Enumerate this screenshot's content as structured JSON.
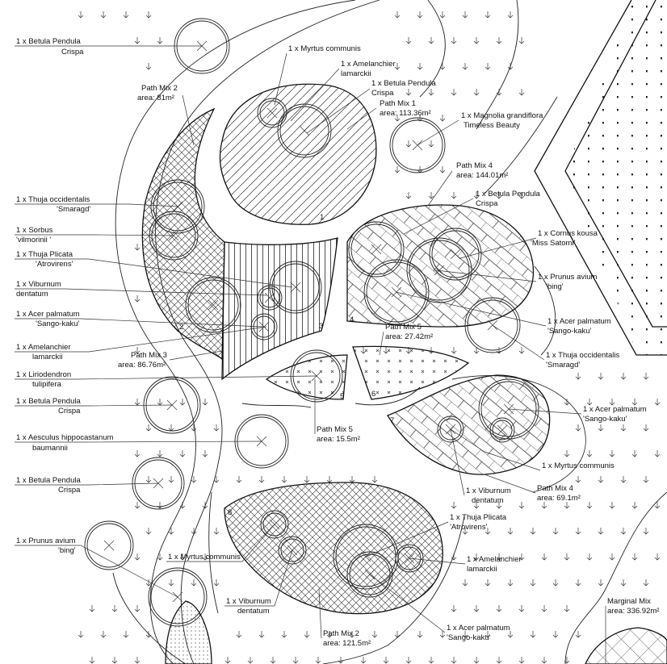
{
  "plant_labels": [
    {
      "id": "betula-1",
      "qty": "1 x",
      "species": "Betula Pendula",
      "cultivar": "Crispa"
    },
    {
      "id": "myrtus-1",
      "qty": "1 x",
      "species": "Myrtus communis",
      "cultivar": ""
    },
    {
      "id": "amelanchier-1",
      "qty": "1 x",
      "species": "Amelanchier",
      "cultivar": "lamarckii"
    },
    {
      "id": "betula-2",
      "qty": "1 x",
      "species": "Betula Pendula",
      "cultivar": "Crispa"
    },
    {
      "id": "magnolia-1",
      "qty": "1 x",
      "species": "Magnolia grandiflora",
      "cultivar": "Timeless Beauty"
    },
    {
      "id": "thuja-occ-1",
      "qty": "1 x",
      "species": "Thuja occidentalis",
      "cultivar": "'Smaragd'"
    },
    {
      "id": "sorbus-1",
      "qty": "1 x",
      "species": "Sorbus",
      "cultivar": "'vilmorinii '"
    },
    {
      "id": "thuja-pli-1",
      "qty": "1 x",
      "species": "Thuja Plicata",
      "cultivar": "'Atrovirens'"
    },
    {
      "id": "viburnum-1",
      "qty": "1 x",
      "species": "Viburnum",
      "cultivar": "dentatum"
    },
    {
      "id": "acer-1",
      "qty": "1 x",
      "species": "Acer palmatum",
      "cultivar": "'Sango-kaku'"
    },
    {
      "id": "amelanchier-2",
      "qty": "1 x",
      "species": "Amelanchier",
      "cultivar": "lamarckii"
    },
    {
      "id": "liriodendron-1",
      "qty": "1 x",
      "species": "Liriodendron",
      "cultivar": "tulipifera"
    },
    {
      "id": "betula-3",
      "qty": "1 x",
      "species": "Betula Pendula",
      "cultivar": "Crispa"
    },
    {
      "id": "aesculus-1",
      "qty": "1 x",
      "species": "Aesculus hippocastanum",
      "cultivar": "baumannii"
    },
    {
      "id": "betula-4",
      "qty": "1 x",
      "species": "Betula Pendula",
      "cultivar": "Crispa"
    },
    {
      "id": "prunus-1",
      "qty": "1 x",
      "species": "Prunus avium",
      "cultivar": "'bing'"
    },
    {
      "id": "myrtus-2",
      "qty": "1 x",
      "species": "Myrtus communis",
      "cultivar": ""
    },
    {
      "id": "viburnum-2",
      "qty": "1 x",
      "species": "Viburnum",
      "cultivar": "dentatum"
    },
    {
      "id": "betula-5",
      "qty": "1 x",
      "species": "Betula Pendula",
      "cultivar": "Crispa"
    },
    {
      "id": "cornus-1",
      "qty": "1 x",
      "species": "Cornus kousa",
      "cultivar": "'Miss Satomi'"
    },
    {
      "id": "prunus-2",
      "qty": "1 x",
      "species": "Prunus avium",
      "cultivar": "'bing'"
    },
    {
      "id": "acer-2",
      "qty": "1 x",
      "species": "Acer palmatum",
      "cultivar": "'Sango-kaku'"
    },
    {
      "id": "thuja-occ-2",
      "qty": "1 x",
      "species": "Thuja occidentalis",
      "cultivar": "'Smaragd'"
    },
    {
      "id": "acer-3",
      "qty": "1 x",
      "species": "Acer palmatum",
      "cultivar": "'Sango-kaku'"
    },
    {
      "id": "myrtus-3",
      "qty": "1 x",
      "species": "Myrtus communis",
      "cultivar": ""
    },
    {
      "id": "viburnum-3",
      "qty": "1 x",
      "species": "Viburnum",
      "cultivar": "dentatum"
    },
    {
      "id": "thuja-pli-2",
      "qty": "1 x",
      "species": "Thuja Plicata",
      "cultivar": "'Atrovirens'"
    },
    {
      "id": "amelanchier-3",
      "qty": "1 x",
      "species": "Amelanchier",
      "cultivar": "lamarckii"
    },
    {
      "id": "acer-4",
      "qty": "1 x",
      "species": "Acer palmatum",
      "cultivar": "'Sango-kaku'"
    }
  ],
  "area_labels": [
    {
      "id": "mix-2-top",
      "name": "Path Mix 2",
      "prefix": "area:",
      "area": "81m²"
    },
    {
      "id": "mix-1",
      "name": "Path Mix 1",
      "prefix": "area:",
      "area": "113.36m²"
    },
    {
      "id": "mix-4-top",
      "name": "Path Mix 4",
      "prefix": "area:",
      "area": "144.01m²"
    },
    {
      "id": "mix-5-a",
      "name": "Path Mix 5",
      "prefix": "area:",
      "area": "27.42m²"
    },
    {
      "id": "mix-3",
      "name": "Path Mix 3",
      "prefix": "area:",
      "area": "86.76m²"
    },
    {
      "id": "mix-5-b",
      "name": "Path Mix 5",
      "prefix": "area:",
      "area": "15.5m²"
    },
    {
      "id": "mix-4-bottom",
      "name": "Path Mix 4",
      "prefix": "area:",
      "area": "69.1m²"
    },
    {
      "id": "mix-2-bottom",
      "name": "Path Mix 2",
      "prefix": "area:",
      "area": "121.5m²"
    },
    {
      "id": "marginal",
      "name": "Marginal Mix",
      "prefix": "area:",
      "area": "336.92m²"
    }
  ],
  "bed_numbers": [
    "1",
    "2",
    "3",
    "4",
    "5",
    "6",
    "7",
    "8"
  ]
}
